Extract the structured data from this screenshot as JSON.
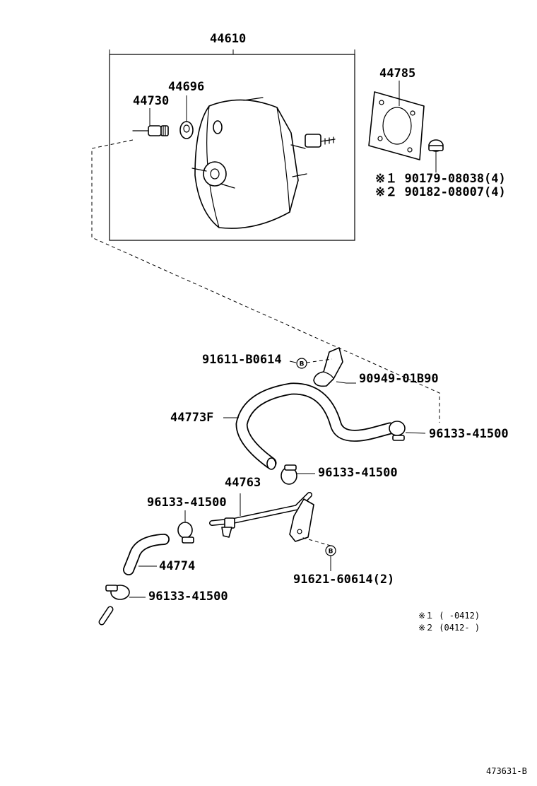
{
  "diagram": {
    "parts": {
      "booster_assembly": "44610",
      "gasket": "44785",
      "check_valve": "44730",
      "grommet": "44696",
      "nut_1": "※１ 90179-08038(4)",
      "nut_2": "※２ 90182-08007(4)",
      "clamp_bolt": "91611-B0614",
      "hose_clamp_upper": "90949-01B90",
      "hose_upper": "44773F",
      "clip_right": "96133-41500",
      "clip_center": "96133-41500",
      "vacuum_tube": "44763",
      "clip_left": "96133-41500",
      "hose_lower": "44774",
      "clip_bottom": "96133-41500",
      "tube_bolt": "91621-60614(2)"
    },
    "bolt_marker": "B",
    "footnotes": {
      "note_1": "※１ (    -0412)",
      "note_2": "※２ (0412-    )"
    },
    "figure_id": "473631-B"
  }
}
